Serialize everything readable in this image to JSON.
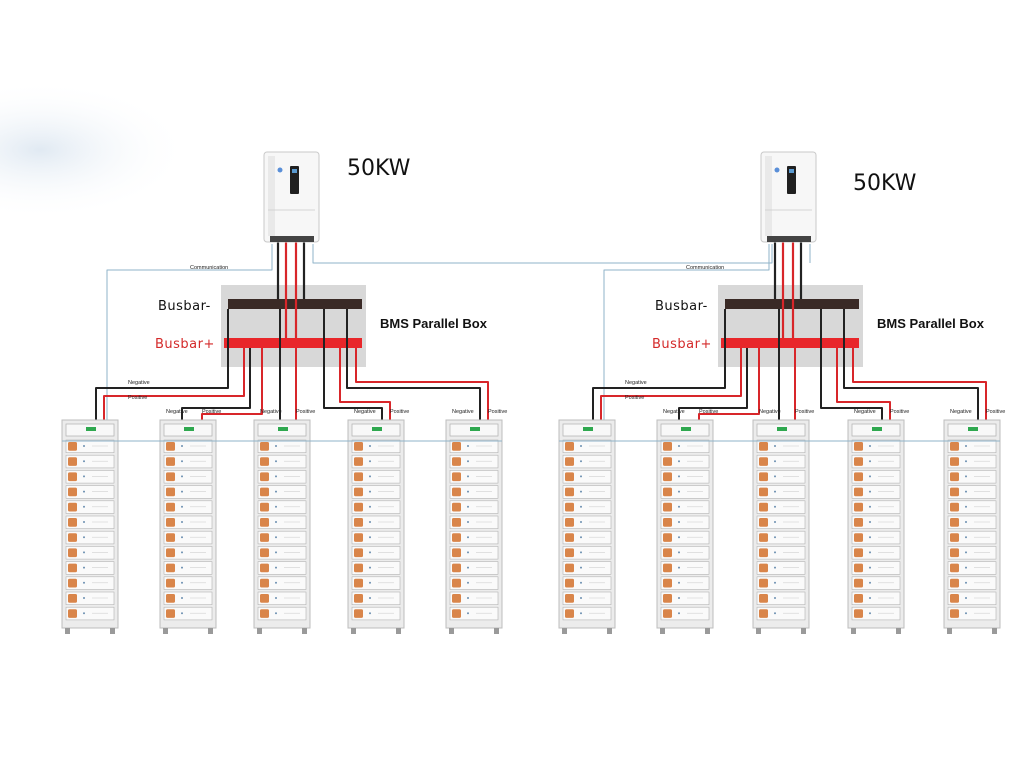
{
  "systems": [
    {
      "power_label": "50KW",
      "communication_label": "Communication",
      "busbar_neg_label": "Busbar-",
      "busbar_pos_label": "Busbar+",
      "box_label": "BMS Parallel Box",
      "racks": [
        {
          "negative_label": "Negative",
          "positive_label": "Positive"
        },
        {
          "negative_label": "Negative",
          "positive_label": "Positive"
        },
        {
          "negative_label": "Negative",
          "positive_label": "Positive"
        },
        {
          "negative_label": "Negative",
          "positive_label": "Positive"
        },
        {
          "negative_label": "Negative",
          "positive_label": "Positive"
        }
      ]
    },
    {
      "power_label": "50KW",
      "communication_label": "Communication",
      "busbar_neg_label": "Busbar-",
      "busbar_pos_label": "Busbar+",
      "box_label": "BMS Parallel Box",
      "racks": [
        {
          "negative_label": "Negative",
          "positive_label": "Positive"
        },
        {
          "negative_label": "Negative",
          "positive_label": "Positive"
        },
        {
          "negative_label": "Negative",
          "positive_label": "Positive"
        },
        {
          "negative_label": "Negative",
          "positive_label": "Positive"
        },
        {
          "negative_label": "Negative",
          "positive_label": "Positive"
        }
      ]
    }
  ],
  "modules_per_rack": 12,
  "colors": {
    "busbar_negative": "#3a2a26",
    "busbar_positive": "#e8262a",
    "cable_positive": "#d8262a",
    "cable_negative": "#222222",
    "communication": "#8fb3c9",
    "busbar_plus_text": "#d42a2a",
    "parallel_box": "#d8d8d8",
    "rack_frame": "#ececec"
  }
}
